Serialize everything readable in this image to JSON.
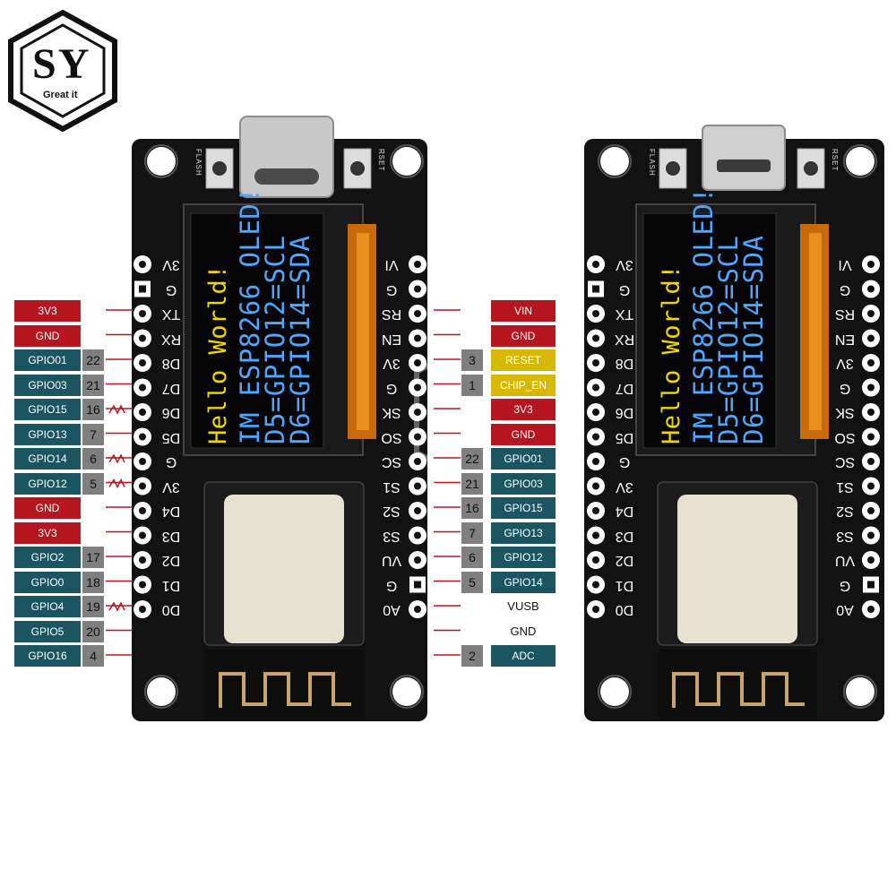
{
  "logo": {
    "letters": "SY",
    "tagline": "Great it"
  },
  "watermark": "Great it",
  "colors": {
    "red": "#b5161f",
    "teal": "#1b5562",
    "yellow": "#d7b800",
    "gray": "#7f7f7f",
    "pcb": "#121212"
  },
  "oled_lines": [
    {
      "text": "Hello World!",
      "color": "#f2d600"
    },
    {
      "text": "IM ESP8266 OLED!",
      "color": "#4ea7ff"
    },
    {
      "text": "D5=GPIO12=SCL",
      "color": "#4ea7ff"
    },
    {
      "text": "D6=GPIO14=SDA",
      "color": "#4ea7ff"
    }
  ],
  "board_marks": {
    "flash": "FLASH",
    "reset": "RSET"
  },
  "left_header_pins": [
    "3V",
    "G",
    "TX",
    "RX",
    "D8",
    "D7",
    "D6",
    "D5",
    "G",
    "3V",
    "D4",
    "D3",
    "D2",
    "D1",
    "D0"
  ],
  "right_header_pins": [
    "VI",
    "G",
    "RS",
    "EN",
    "3V",
    "G",
    "SK",
    "SO",
    "SC",
    "S1",
    "S2",
    "S3",
    "VU",
    "G",
    "A0"
  ],
  "left_pins": [
    {
      "label": "3V3",
      "style": "red"
    },
    {
      "label": "GND",
      "style": "red"
    },
    {
      "label": "GPIO01",
      "style": "teal",
      "num": "22"
    },
    {
      "label": "GPIO03",
      "style": "teal",
      "num": "21"
    },
    {
      "label": "GPIO15",
      "style": "teal",
      "num": "16",
      "wave": true
    },
    {
      "label": "GPIO13",
      "style": "teal",
      "num": "7"
    },
    {
      "label": "GPIO14",
      "style": "teal",
      "num": "6",
      "wave": true
    },
    {
      "label": "GPIO12",
      "style": "teal",
      "num": "5",
      "wave": true
    },
    {
      "label": "GND",
      "style": "red"
    },
    {
      "label": "3V3",
      "style": "red"
    },
    {
      "label": "GPIO2",
      "style": "teal",
      "num": "17"
    },
    {
      "label": "GPIO0",
      "style": "teal",
      "num": "18"
    },
    {
      "label": "GPIO4",
      "style": "teal",
      "num": "19",
      "wave": true
    },
    {
      "label": "GPIO5",
      "style": "teal",
      "num": "20"
    },
    {
      "label": "GPIO16",
      "style": "teal",
      "num": "4"
    }
  ],
  "right_pins": [
    {
      "label": "VIN",
      "style": "red"
    },
    {
      "label": "GND",
      "style": "red"
    },
    {
      "label": "RESET",
      "style": "yellow",
      "num": "3"
    },
    {
      "label": "CHIP_EN",
      "style": "yellow",
      "num": "1"
    },
    {
      "label": "3V3",
      "style": "red"
    },
    {
      "label": "GND",
      "style": "red"
    },
    {
      "label": "GPIO01",
      "style": "teal",
      "num": "22"
    },
    {
      "label": "GPIO03",
      "style": "teal",
      "num": "21"
    },
    {
      "label": "GPIO15",
      "style": "teal",
      "num": "16"
    },
    {
      "label": "GPIO13",
      "style": "teal",
      "num": "7"
    },
    {
      "label": "GPIO12",
      "style": "teal",
      "num": "6"
    },
    {
      "label": "GPIO14",
      "style": "teal",
      "num": "5"
    },
    {
      "label": "VUSB",
      "style": "plain"
    },
    {
      "label": "GND",
      "style": "plain"
    },
    {
      "label": "ADC",
      "style": "teal",
      "num": "2"
    }
  ]
}
